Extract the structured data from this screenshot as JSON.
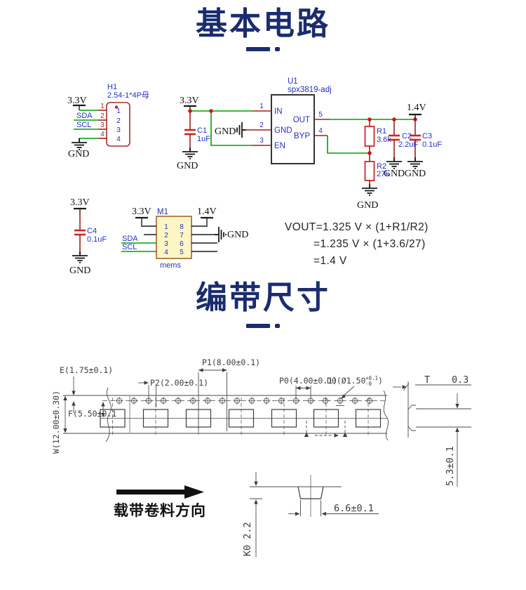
{
  "page": {
    "accent": "#1b2c6e"
  },
  "sections": [
    {
      "title": "基本电路"
    },
    {
      "title": "编带尺寸"
    }
  ],
  "schematic": {
    "power": {
      "v33": "3.3V",
      "v14": "1.4V",
      "gnd": "GND"
    },
    "nets": {
      "sda": "SDA",
      "scl": "SCL"
    },
    "h1": {
      "ref": "H1",
      "part": "2.54-1*4P母",
      "pins": [
        "1",
        "2",
        "3",
        "4"
      ]
    },
    "u1": {
      "ref": "U1",
      "part": "spx3819-adj",
      "pin_in": "IN",
      "pin_gnd": "GND",
      "pin_en": "EN",
      "pin_out": "OUT",
      "pin_byp": "BYP",
      "num_in": "1",
      "num_gnd": "2",
      "num_en": "3",
      "num_out": "5",
      "num_byp": "4"
    },
    "c1": {
      "ref": "C1",
      "value": "1uF"
    },
    "c2": {
      "ref": "C2",
      "value": "2.2uF"
    },
    "c3": {
      "ref": "C3",
      "value": "0.1uF"
    },
    "c4": {
      "ref": "C4",
      "value": "0.1uF"
    },
    "r1": {
      "ref": "R1",
      "value": "3.6k"
    },
    "r2": {
      "ref": "R2",
      "value": "27k"
    },
    "m1": {
      "ref": "M1",
      "label": "mems",
      "left_pins": [
        "1",
        "2",
        "3",
        "4"
      ],
      "right_pins": [
        "8",
        "7",
        "6",
        "5"
      ]
    },
    "formula": [
      "VOUT=1.325 V × (1+R1/R2)",
      "=1.235 V × (1+3.6/27)",
      "=1.4 V"
    ]
  },
  "tape": {
    "dim_e": "E(1.75±0.1)",
    "dim_p2": "P2(2.00±0.1)",
    "dim_p1": "P1(8.00±0.1)",
    "dim_p0": "P0(4.00±0.1)",
    "dim_d0": "D0(Ø1.50",
    "dim_d0_tol_plus": "+0.1",
    "dim_d0_tol_minus": "-0",
    "dim_d0_close": ")",
    "dim_w": "W(12.00±0.30)",
    "dim_f": "F(5.50±0.1",
    "dim_t": "T",
    "dim_t_value": "0.3",
    "dim_height": "5.3±0.1",
    "dim_width": "6.6±0.1",
    "dim_k0": "K0 2.2",
    "direction_label": "载带卷料方向"
  }
}
